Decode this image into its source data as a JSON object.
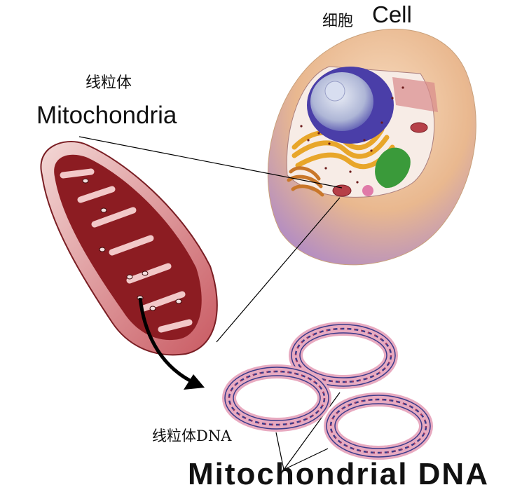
{
  "labels": {
    "cell_cn": "细胞",
    "cell_en": "Cell",
    "mito_cn": "线粒体",
    "mito_en": "Mitochondria",
    "mtdna_cn": "线粒体DNA",
    "bottom_title": "Mitochondrial DNA"
  },
  "colors": {
    "cell_outer": "#f0c89a",
    "cell_inner": "#f6e9e2",
    "nucleus_outer": "#4a3ea8",
    "nucleus_inner": "#cfd5e8",
    "er": "#e8a62a",
    "chloro": "#3a9a3a",
    "mito_outer": "#b64048",
    "mito_inner": "#8c1c22",
    "dna_backbone": "#3a3a8a",
    "dna_ring_bg": "#e8aac0",
    "line": "#000000"
  }
}
